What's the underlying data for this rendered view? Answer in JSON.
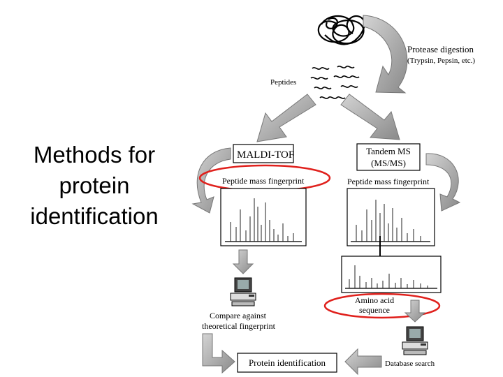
{
  "slide": {
    "title_lines": [
      "Methods for",
      "protein",
      "identification"
    ]
  },
  "diagram": {
    "protease_label": "Protease digestion",
    "protease_examples": "(Trypsin, Pepsin, etc.)",
    "peptides_label": "Peptides",
    "maldi_label": "MALDI-TOF",
    "tandem_label_1": "Tandem MS",
    "tandem_label_2": "(MS/MS)",
    "pmf_left_label": "Peptide mass fingerprint",
    "pmf_right_label": "Peptide mass fingerprint",
    "amino_label_1": "Amino acid",
    "amino_label_2": "sequence",
    "compare_label_1": "Compare against",
    "compare_label_2": "theoretical fingerprint",
    "database_label": "Database search",
    "protein_id_label": "Protein identification",
    "highlight_color": "#e0201c",
    "arrow_color": "#a8a8a8"
  }
}
